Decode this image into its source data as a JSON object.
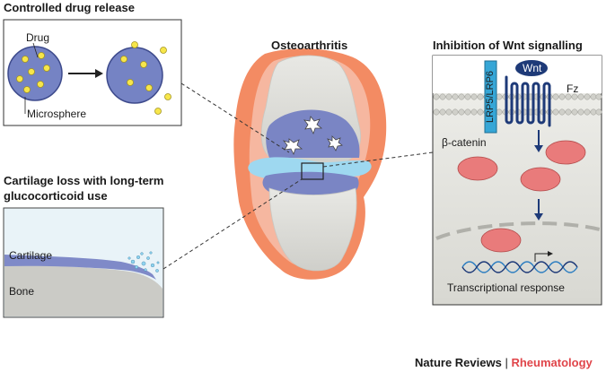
{
  "panels": {
    "drug_release": {
      "title": "Controlled drug release",
      "drug_label": "Drug",
      "microsphere_label": "Microsphere"
    },
    "cartilage_loss": {
      "title_line1": "Cartilage loss with long-term",
      "title_line2": "glucocorticoid use",
      "cartilage_label": "Cartilage",
      "bone_label": "Bone"
    },
    "osteoarthritis": {
      "title": "Osteoarthritis"
    },
    "wnt": {
      "title": "Inhibition of Wnt signalling",
      "receptor_label": "LRP5/LRP6",
      "wnt_label": "Wnt",
      "fz_label": "Fz",
      "catenin_label": "β-catenin",
      "response_label": "Transcriptional response"
    }
  },
  "footer": {
    "journal": "Nature Reviews",
    "separator": "|",
    "subject": "Rheumatology",
    "subject_color": "#e0454a"
  },
  "colors": {
    "microsphere": "#6e7bbf",
    "drug_dot": "#f7e64a",
    "catenin": "#e97b7b",
    "receptor": "#36a6d6",
    "wnt": "#1e3a78",
    "inflammation": "#f28b66",
    "cartilage": "#8fd3ef"
  }
}
